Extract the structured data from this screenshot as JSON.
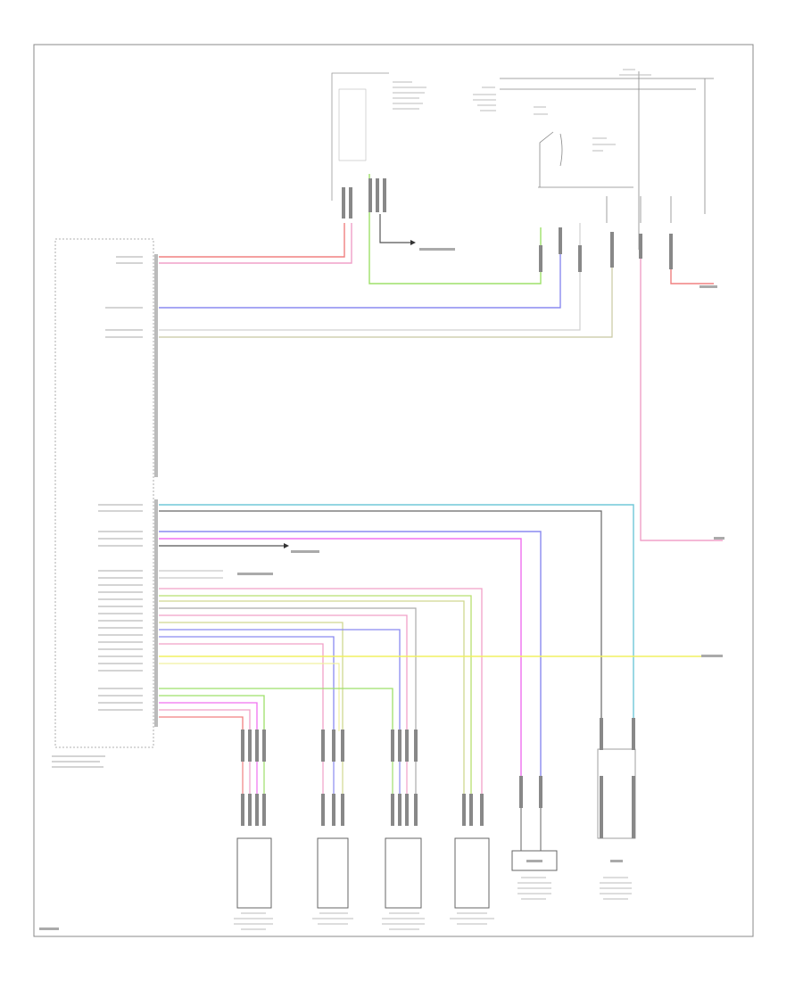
{
  "wires": [
    {
      "id": "w-red",
      "color": "#f08080"
    },
    {
      "id": "w-pink",
      "color": "#f0a0c8"
    },
    {
      "id": "w-green",
      "color": "#9ee06a"
    },
    {
      "id": "w-blue",
      "color": "#8a8af0"
    },
    {
      "id": "w-gray",
      "color": "#c8c8c8"
    },
    {
      "id": "w-yellow",
      "color": "#f0f060"
    },
    {
      "id": "w-teal",
      "color": "#70c8d8"
    },
    {
      "id": "w-olive",
      "color": "#c8d890"
    },
    {
      "id": "w-magenta",
      "color": "#f070f0"
    },
    {
      "id": "w-dark",
      "color": "#555555"
    }
  ],
  "frame": {
    "stroke": "#888888"
  }
}
